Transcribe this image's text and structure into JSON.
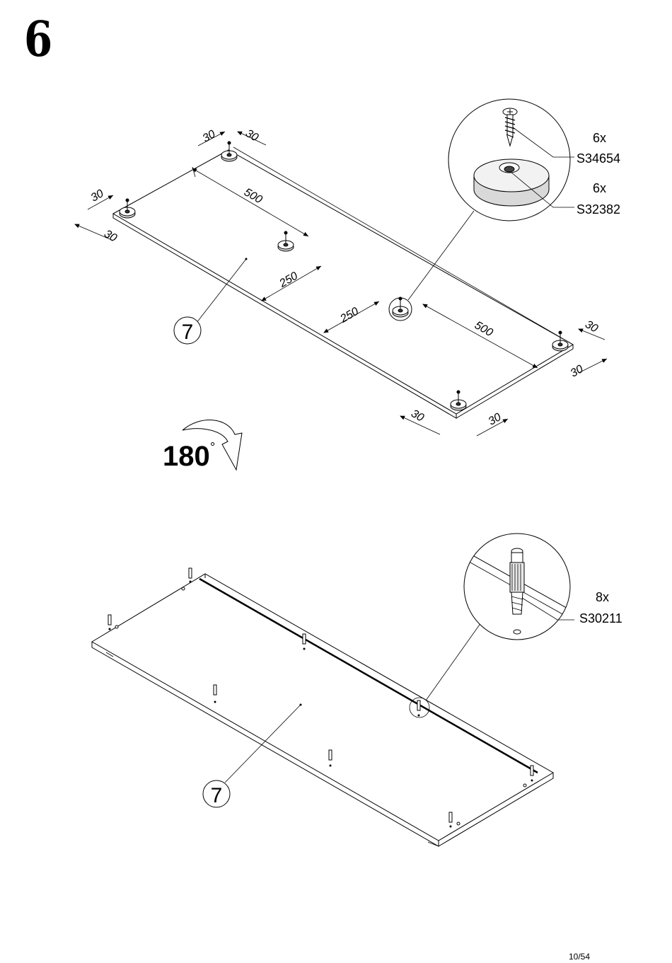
{
  "step": {
    "number": "6"
  },
  "top_panel": {
    "part_label": "7",
    "dimensions": [
      "30",
      "30",
      "30",
      "30",
      "500",
      "250",
      "250",
      "500",
      "30",
      "30",
      "30",
      "30"
    ],
    "callout": [
      {
        "qty": "6x",
        "code": "S34654"
      },
      {
        "qty": "6x",
        "code": "S32382"
      }
    ]
  },
  "flip": {
    "label": "180",
    "degree_symbol": "°"
  },
  "bottom_panel": {
    "part_label": "7",
    "callout": {
      "qty": "8x",
      "code": "S30211"
    }
  },
  "footer": {
    "page": "10/54"
  }
}
